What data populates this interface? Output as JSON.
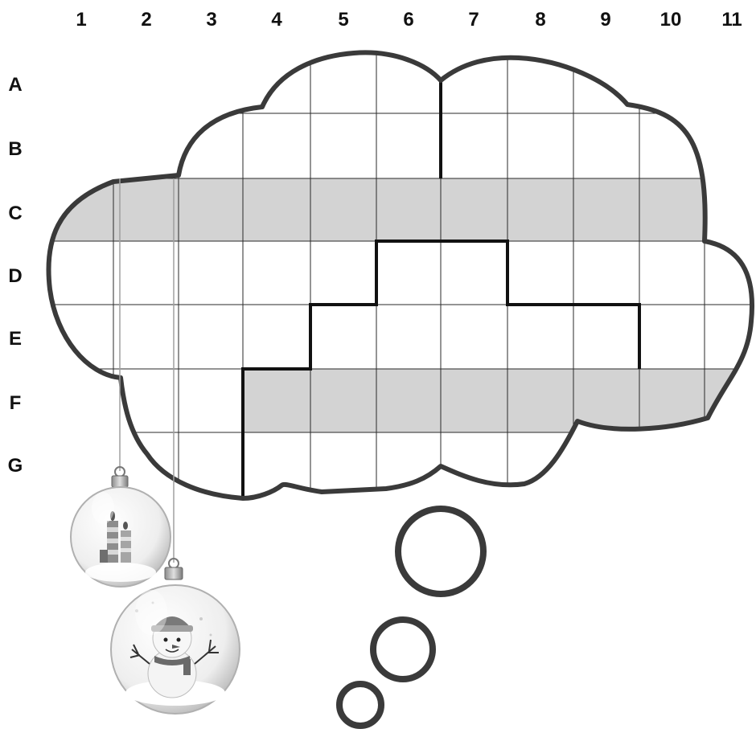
{
  "puzzle": {
    "column_labels": [
      "1",
      "2",
      "3",
      "4",
      "5",
      "6",
      "7",
      "8",
      "9",
      "10",
      "11"
    ],
    "row_labels": [
      "A",
      "B",
      "C",
      "D",
      "E",
      "F",
      "G"
    ],
    "shaded_rows": [
      "C",
      "F"
    ],
    "colors": {
      "cloud_outline": "#3a3a3a",
      "grid_line": "#2a2a2a",
      "shade": "#d3d3d3",
      "bubble": "#3a3a3a"
    }
  },
  "ornaments": [
    {
      "icon": "candles-ornament-icon"
    },
    {
      "icon": "snowman-ornament-icon"
    }
  ]
}
